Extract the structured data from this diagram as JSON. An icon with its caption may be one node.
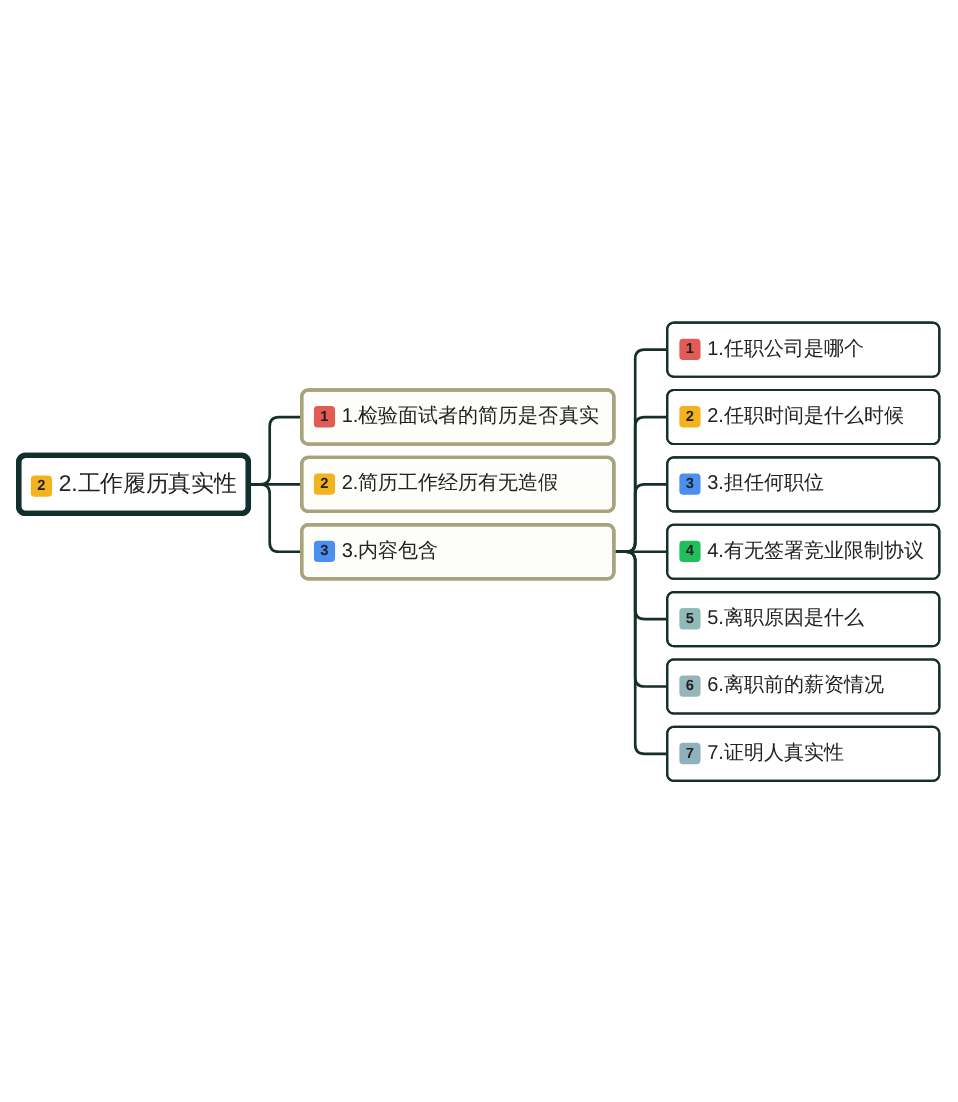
{
  "diagram": {
    "nodes": [
      {
        "text": [
          "2",
          "2.工作履历真实性"
        ]
      },
      {
        "text": [
          "1",
          "1.检验面试者的简历是否真实"
        ]
      },
      {
        "text": [
          "2",
          "2.简历工作经历有无造假"
        ]
      },
      {
        "text": [
          "3",
          "3.内容包含"
        ]
      },
      {
        "text": [
          "1",
          "1.任职公司是哪个"
        ]
      },
      {
        "text": [
          "2",
          "2.任职时间是什么时候"
        ]
      },
      {
        "text": [
          "3",
          "3.担任何职位"
        ]
      },
      {
        "text": [
          "4",
          "4.有无签署竞业限制协议"
        ]
      },
      {
        "text": [
          "5",
          "5.离职原因是什么"
        ]
      },
      {
        "text": [
          "6",
          "6.离职前的薪资情况"
        ]
      },
      {
        "text": [
          "7",
          "7.证明人真实性"
        ]
      }
    ],
    "edges": [
      {
        "from": 0,
        "to": 1,
        "arrow": "none"
      },
      {
        "from": 0,
        "to": 2,
        "arrow": "none"
      },
      {
        "from": 0,
        "to": 3,
        "arrow": "none"
      },
      {
        "from": 3,
        "to": 4,
        "arrow": "none"
      },
      {
        "from": 3,
        "to": 5,
        "arrow": "none"
      },
      {
        "from": 3,
        "to": 6,
        "arrow": "none"
      },
      {
        "from": 3,
        "to": 7,
        "arrow": "none"
      },
      {
        "from": 3,
        "to": 8,
        "arrow": "none"
      },
      {
        "from": 3,
        "to": 9,
        "arrow": "none"
      },
      {
        "from": 3,
        "to": 10,
        "arrow": "none"
      }
    ]
  }
}
